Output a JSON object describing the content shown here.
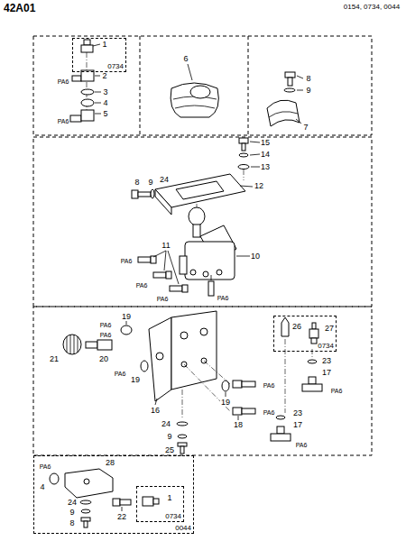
{
  "diagram": {
    "title": "42A01",
    "nodes": [
      {
        "text": [
          "0734"
        ]
      },
      {
        "text": [
          "0734"
        ]
      },
      {
        "text": [
          "0044"
        ]
      },
      {
        "text": [
          "0734"
        ],
        "in": 2
      }
    ],
    "labels": [
      "0154, 0734, 0044",
      "1",
      "2",
      "PA6",
      "3",
      "4",
      "5",
      "PA6",
      "6",
      "8",
      "9",
      "7",
      "15",
      "14",
      "13",
      "8",
      "9",
      "24",
      "12",
      "11",
      "10",
      "PA6",
      "PA6",
      "PA6",
      "PA6",
      "19",
      "PA6",
      "PA6",
      "21",
      "20",
      "PA6",
      "19",
      "16",
      "19",
      "18",
      "PA6",
      "PA6",
      "26",
      "27",
      "23",
      "17",
      "PA6",
      "23",
      "17",
      "PA6",
      "24",
      "9",
      "25",
      "28",
      "PA6",
      "4",
      "24",
      "9",
      "8",
      "22",
      "1"
    ]
  }
}
